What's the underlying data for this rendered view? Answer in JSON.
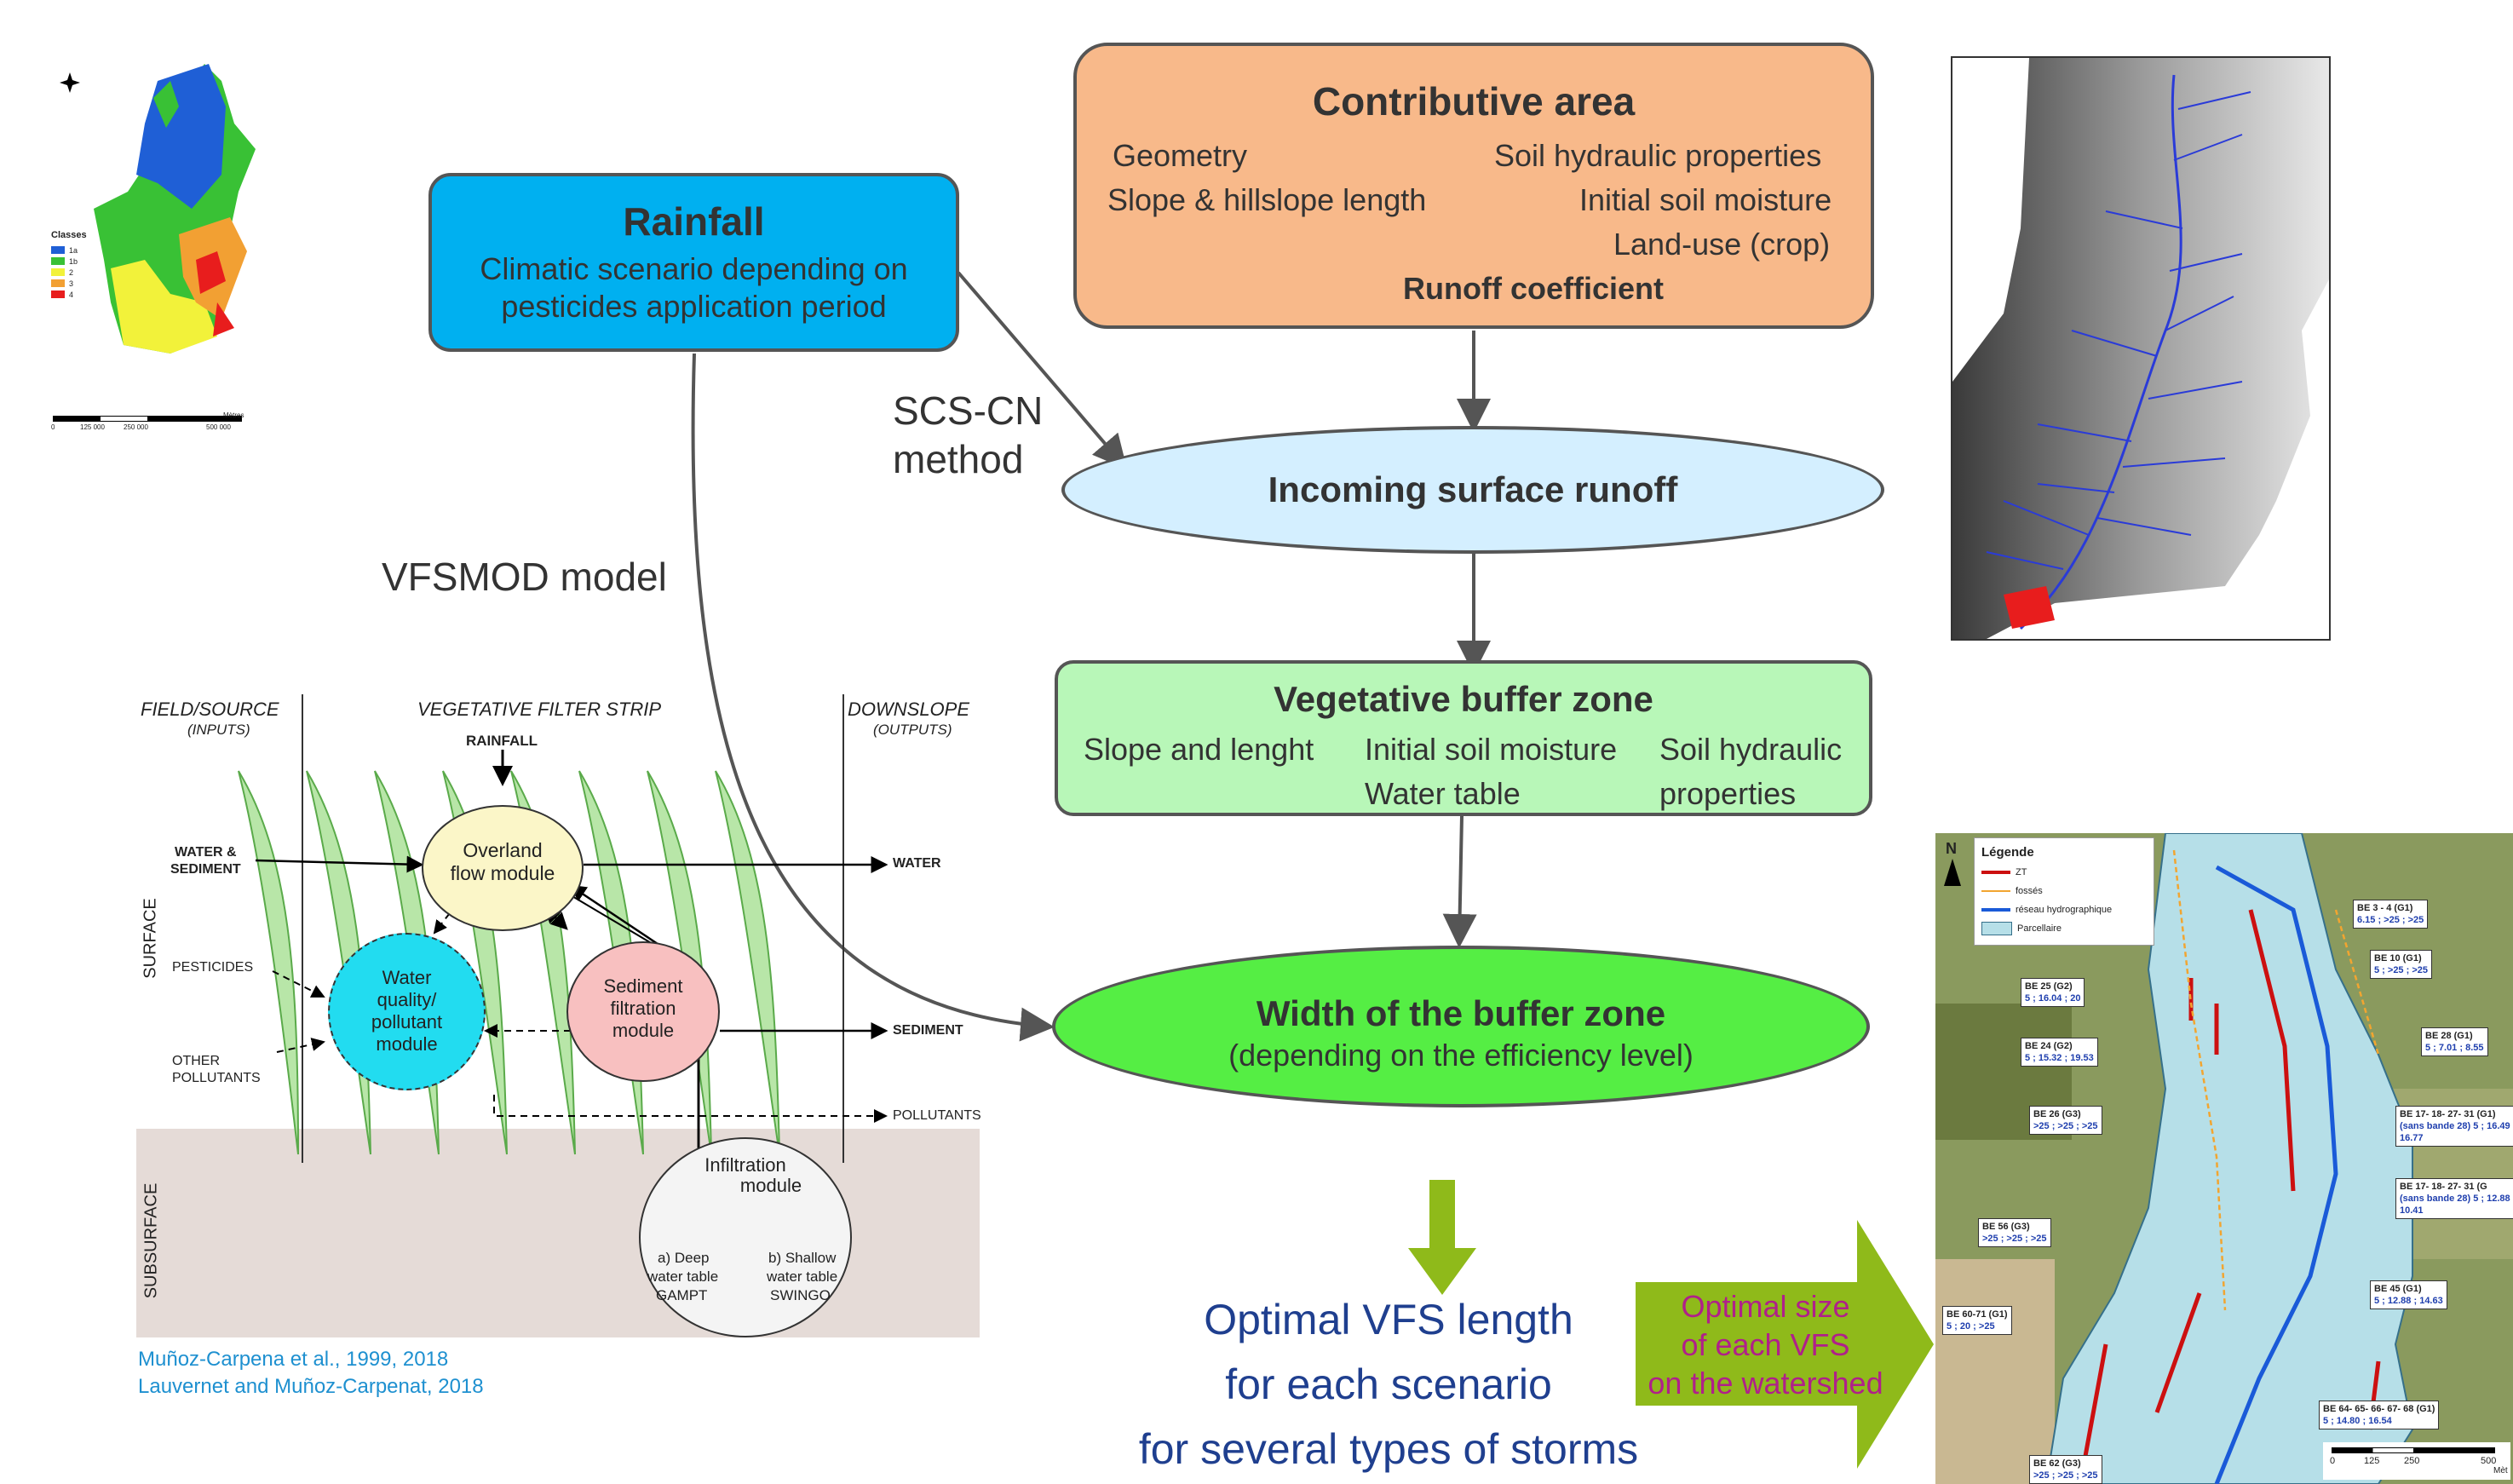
{
  "france_map": {
    "classes_title": "Classes",
    "classes": [
      "1a",
      "1b",
      "2",
      "3",
      "4"
    ],
    "class_colors": [
      "#1f5fd6",
      "#39c135",
      "#f2f23a",
      "#f2a033",
      "#e81d1d"
    ],
    "scale_labels": [
      "0",
      "125 000",
      "250 000",
      "500 000"
    ],
    "scale_unit": "Mètres",
    "compass": "N"
  },
  "rainfall": {
    "title": "Rainfall",
    "line1": "Climatic scenario depending on",
    "line2": "pesticides application period"
  },
  "contributive": {
    "title": "Contributive area",
    "geometry": "Geometry",
    "slope": "Slope & hillslope length",
    "soil_hydraulic": "Soil hydraulic properties",
    "initial_moisture": "Initial soil moisture",
    "land_use": "Land-use (crop)",
    "runoff_coeff": "Runoff coefficient"
  },
  "scs_cn": {
    "line1": "SCS-CN",
    "line2": "method"
  },
  "vfsmod_label": "VFSMOD model",
  "incoming_runoff": "Incoming surface runoff",
  "veg_buffer": {
    "title": "Vegetative buffer zone",
    "slope": "Slope and lenght",
    "initial_moisture": "Initial soil moisture",
    "water_table": "Water table",
    "soil_hydraulic1": "Soil hydraulic",
    "soil_hydraulic2": "properties"
  },
  "width_buffer": {
    "title": "Width of the buffer zone",
    "subtitle": "(depending on the efficiency level)"
  },
  "optimal_vfs": {
    "line1": "Optimal VFS length",
    "line2": "for each scenario",
    "line3": "for several types of storms"
  },
  "optimal_size": {
    "line1": "Optimal size",
    "line2": "of each VFS",
    "line3": "on the watershed"
  },
  "vfsmod_diagram": {
    "field_source": "FIELD/SOURCE",
    "inputs": "(INPUTS)",
    "vfs": "VEGETATIVE FILTER STRIP",
    "downslope": "DOWNSLOPE",
    "outputs": "(OUTPUTS)",
    "rainfall": "RAINFALL",
    "water_sediment1": "WATER &",
    "water_sediment2": "SEDIMENT",
    "pesticides": "PESTICIDES",
    "other1": "OTHER",
    "other2": "POLLUTANTS",
    "surface": "SURFACE",
    "subsurface": "SUBSURFACE",
    "water_out": "WATER",
    "sediment_out": "SEDIMENT",
    "pollutants_out": "POLLUTANTS",
    "overland1": "Overland",
    "overland2": "flow module",
    "wq1": "Water",
    "wq2": "quality/",
    "wq3": "pollutant",
    "wq4": "module",
    "sed1": "Sediment",
    "sed2": "filtration",
    "sed3": "module",
    "inf1": "Infiltration",
    "inf2": "module",
    "deep1": "a) Deep",
    "deep2": "water table",
    "deep3": "GAMPT",
    "shallow1": "b) Shallow",
    "shallow2": "water table",
    "shallow3": "SWINGO"
  },
  "citations": {
    "line1": "Muñoz-Carpena  et al., 1999, 2018",
    "line2": "Lauvernet  and Muñoz-Carpenat,  2018"
  },
  "watershed_map": {
    "north": "N",
    "legend_title": "Légende",
    "legend_items": [
      "ZT",
      "fossés",
      "réseau hydrographique",
      "Parcellaire"
    ],
    "labels": [
      {
        "name": "BE 3 - 4 (G1)",
        "vals": "6.15 ; >25 ; >25"
      },
      {
        "name": "BE 10 (G1)",
        "vals": "5 ; >25 ; >25"
      },
      {
        "name": "BE 25 (G2)",
        "vals": "5 ; 16.04 ; 20"
      },
      {
        "name": "BE 24 (G2)",
        "vals": "5 ; 15.32 ; 19.53"
      },
      {
        "name": "BE 28 (G1)",
        "vals": "5 ; 7.01 ; 8.55"
      },
      {
        "name": "BE 26 (G3)",
        "vals": ">25 ; >25 ; >25"
      },
      {
        "name": "BE 17- 18- 27- 31 (G1)",
        "vals": "(sans bande 28) 5 ; 16.49 ; 16.77"
      },
      {
        "name": "BE 17- 18- 27- 31 (G",
        "vals": "(sans bande 28) 5 ; 12.88 ; 10.41"
      },
      {
        "name": "BE 56 (G3)",
        "vals": ">25 ; >25 ; >25"
      },
      {
        "name": "BE 45 (G1)",
        "vals": "5 ; 12.88 ; 14.63"
      },
      {
        "name": "BE 60-71 (G1)",
        "vals": "5 ; 20 ; >25"
      },
      {
        "name": "BE 64- 65- 66- 67- 68 (G1)",
        "vals": "5 ; 14.80 ; 16.54"
      },
      {
        "name": "BE 62 (G3)",
        "vals": ">25 ; >25 ; >25"
      }
    ],
    "scale_labels": [
      "0",
      "125",
      "250",
      "500"
    ],
    "scale_unit": "Mèt"
  },
  "colors": {
    "rainfall_fill": "#00b0f0",
    "contributive_fill": "#f8b98a",
    "runoff_fill": "#d4efff",
    "veg_fill": "#b8f7b8",
    "width_fill": "#55ee44",
    "optimal_text": "#1f3f8f",
    "arrow_green": "#8fba1a",
    "optimal_size_text": "#b0208a",
    "citation": "#1e90d0"
  }
}
